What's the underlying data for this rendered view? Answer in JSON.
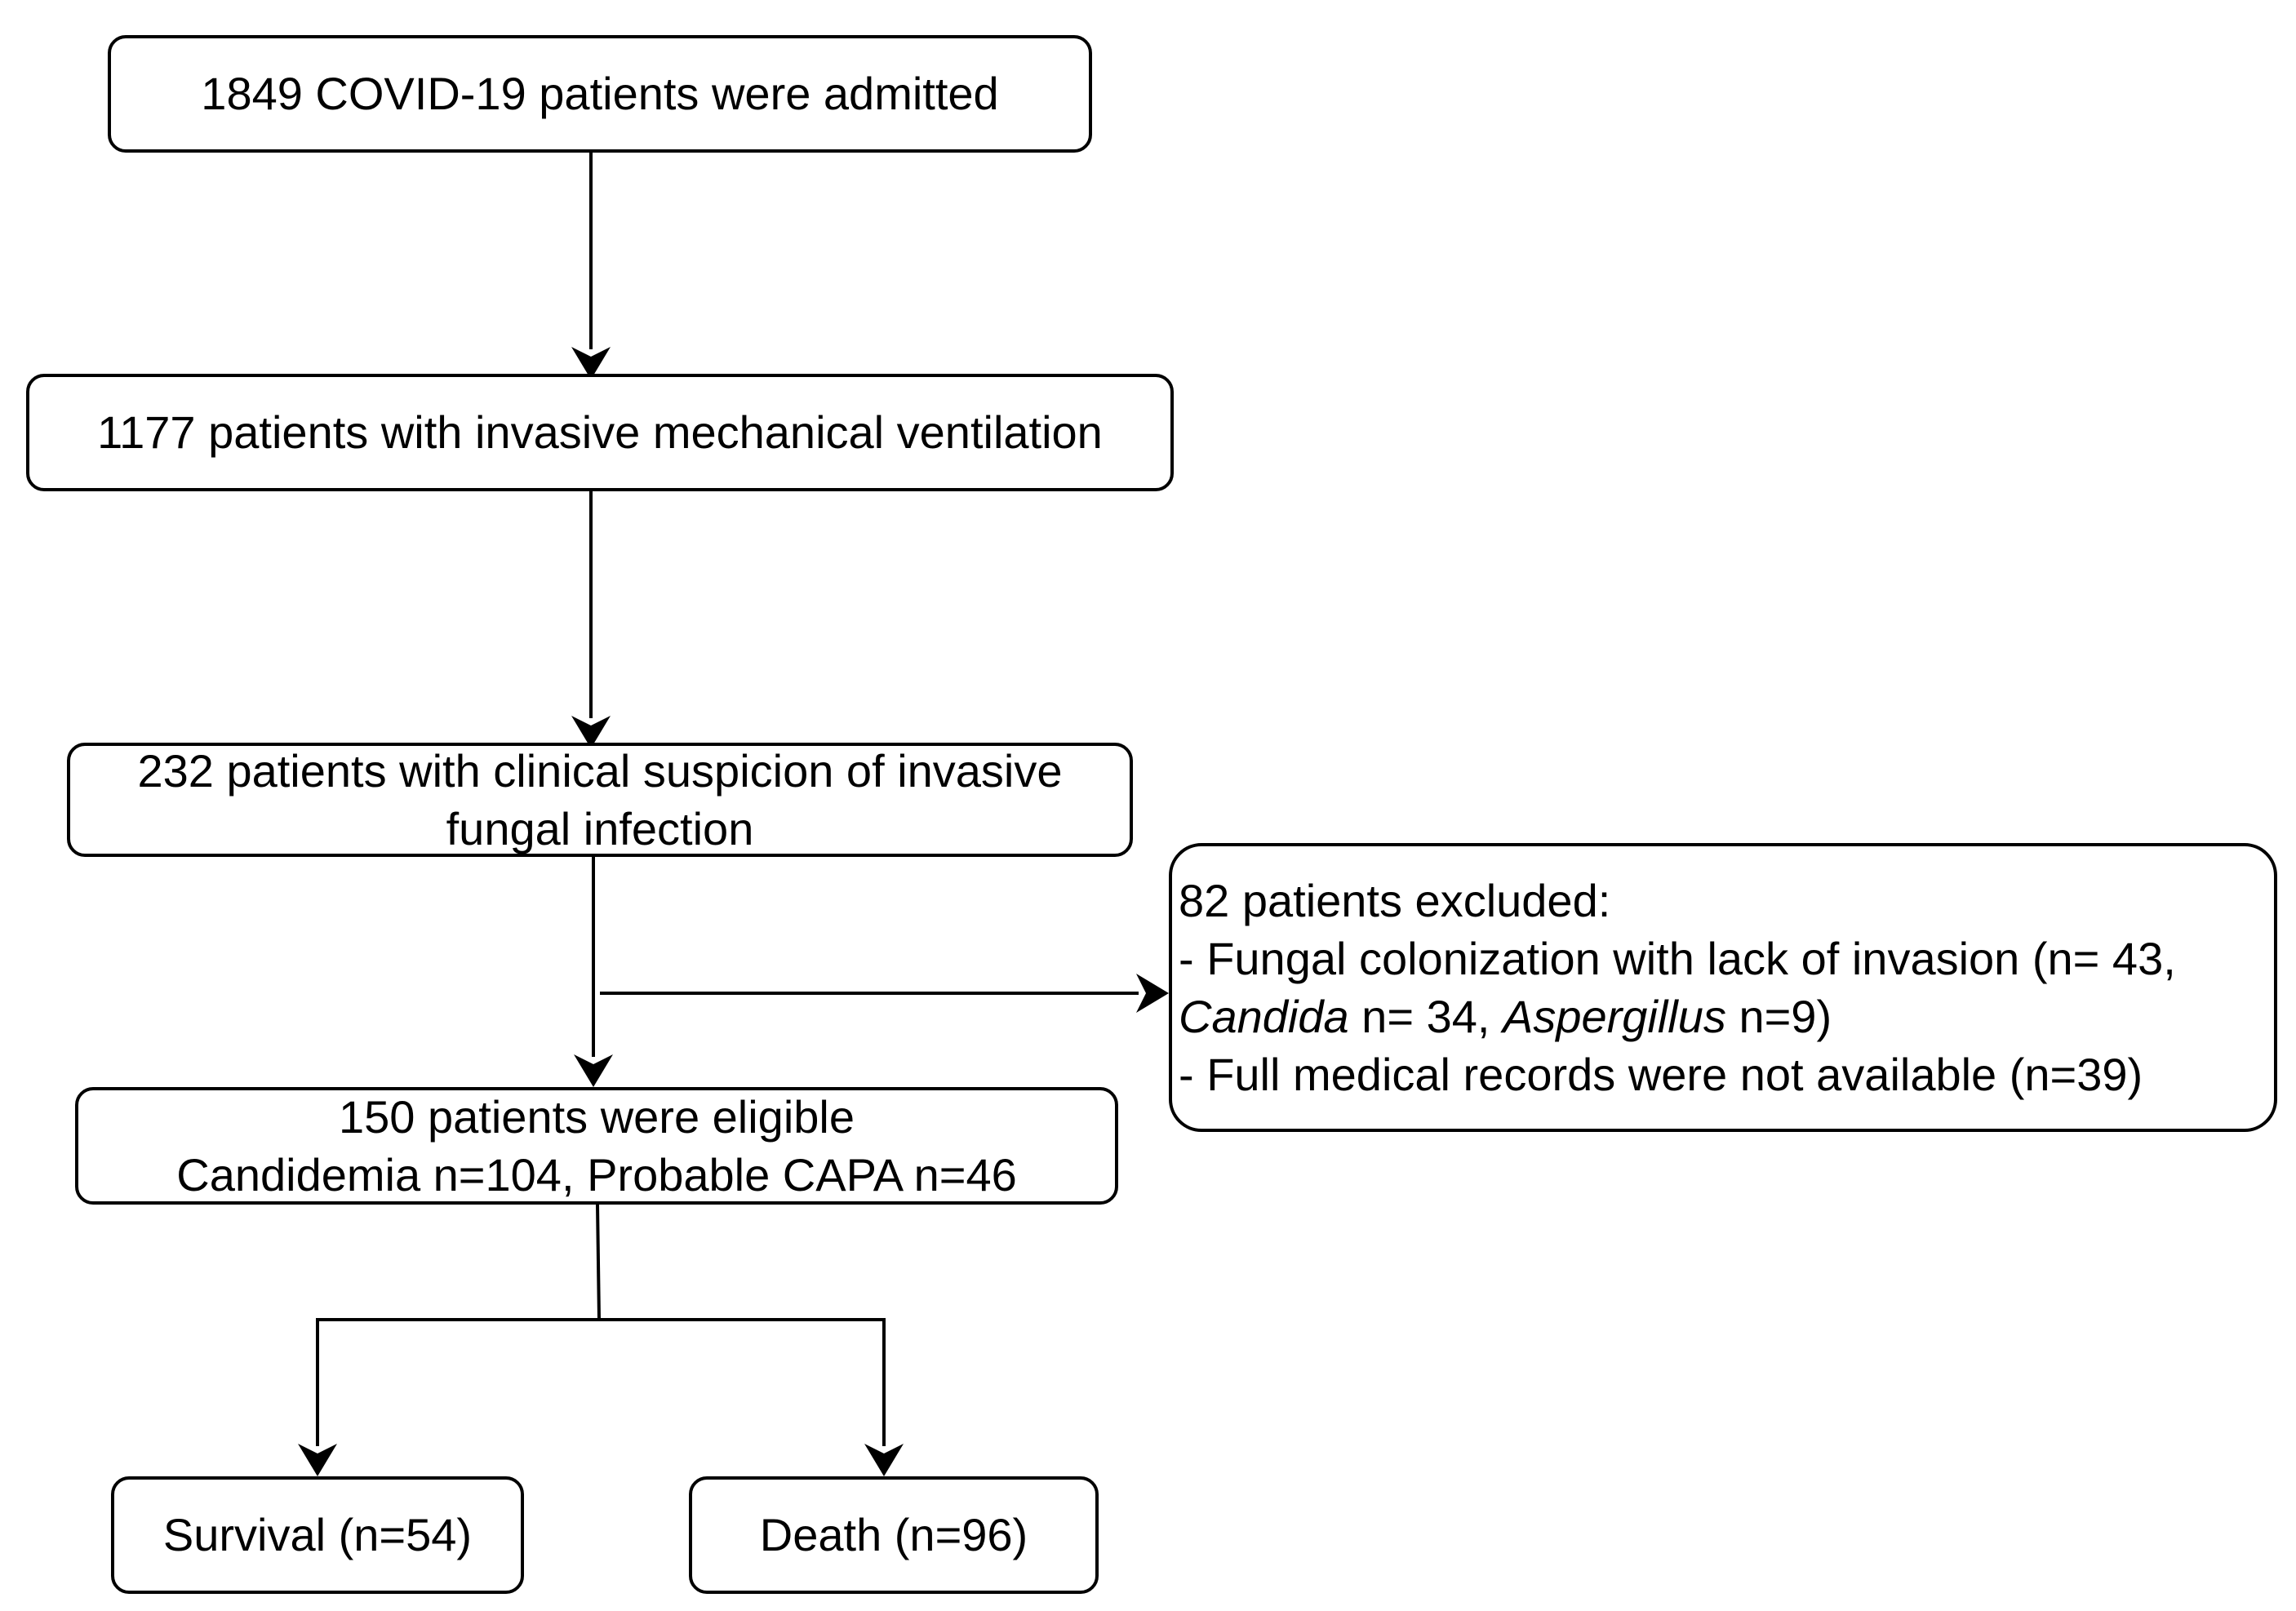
{
  "flowchart": {
    "admitted": "1849 COVID-19 patients were admitted",
    "ventilation": "1177 patients with invasive mechanical ventilation",
    "suspicion": {
      "line1": "232 patients with clinical suspicion of invasive",
      "line2": "fungal infection"
    },
    "excluded": {
      "title": "82 patients excluded:",
      "reason1": "- Fungal colonization with lack of invasion (n= 43,",
      "reason1_cont": {
        "candida": "Candida",
        "candida_n": " n= 34, ",
        "aspergillus": "Aspergillus",
        "aspergillus_n": " n=9)"
      },
      "reason2": "- Full medical records were not available (n=39)"
    },
    "eligible": {
      "line1": "150 patients were eligible",
      "line2": "Candidemia n=104, Probable CAPA n=46"
    },
    "survival": "Survival (n=54)",
    "death": "Death (n=96)"
  },
  "colors": {
    "stroke": "#000000",
    "background": "#ffffff"
  }
}
